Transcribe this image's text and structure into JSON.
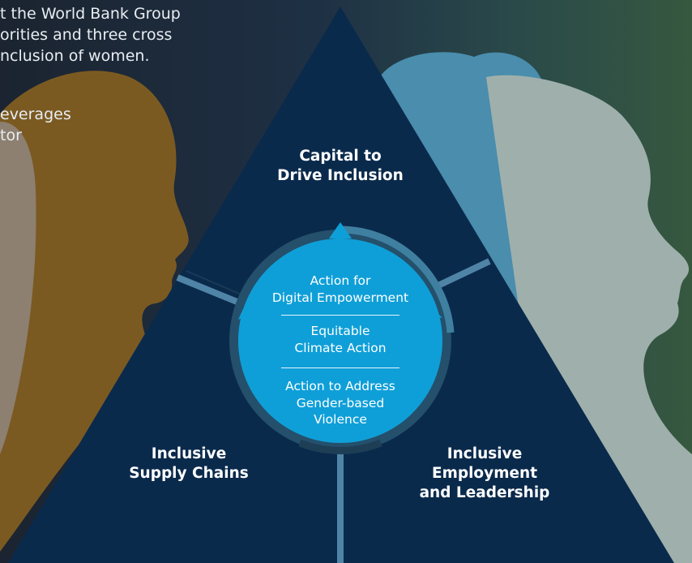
{
  "intro": {
    "lines": [
      "t the World Bank Group",
      "orities and three cross",
      "nclusion of women."
    ],
    "lines2": [
      "everages",
      "tor"
    ]
  },
  "pillars": {
    "top": {
      "lines": [
        "Capital to",
        "Drive Inclusion"
      ]
    },
    "left": {
      "lines": [
        "Inclusive",
        "Supply Chains"
      ]
    },
    "right": {
      "lines": [
        "Inclusive",
        "Employment",
        "and Leadership"
      ]
    }
  },
  "hub": {
    "items": [
      {
        "lines": [
          "Action for",
          "Digital Empowerment"
        ]
      },
      {
        "lines": [
          "Equitable",
          "Climate Action"
        ]
      },
      {
        "lines": [
          "Action to Address",
          "Gender-based",
          "Violence"
        ]
      }
    ]
  },
  "colors": {
    "triangle": "#0a2a4c",
    "hub_fill": "#0f9fd8",
    "ring": "#24506c",
    "ring_accent": "#3f80a0",
    "connector": "#4f84a6",
    "silhouette_gold": "#7b5a22",
    "silhouette_blue": "#4a8dad",
    "silhouette_grey": "#9fb0ac",
    "bg_green": "#36583f"
  }
}
